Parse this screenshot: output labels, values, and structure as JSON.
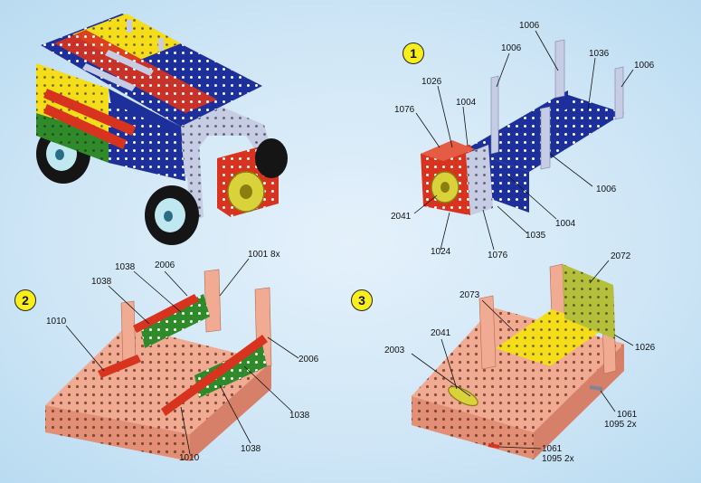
{
  "steps": [
    "1",
    "2",
    "3"
  ],
  "step1": {
    "labels": {
      "l1006a": "1006",
      "l1006b": "1006",
      "l1036": "1036",
      "l1006c": "1006",
      "l1026": "1026",
      "l1004a": "1004",
      "l1076a": "1076",
      "l1006d": "1006",
      "l2041": "2041",
      "l1004b": "1004",
      "l1035": "1035",
      "l1024": "1024",
      "l1076b": "1076"
    }
  },
  "step2": {
    "labels": {
      "l2006a": "2006",
      "l1001": "1001 8x",
      "l1038a": "1038",
      "l1038b": "1038",
      "l1010a": "1010",
      "l2006b": "2006",
      "l1038c": "1038",
      "l1038d": "1038",
      "l1010b": "1010"
    }
  },
  "step3": {
    "labels": {
      "l2072": "2072",
      "l2073": "2073",
      "l1026": "1026",
      "l2041": "2041",
      "l2003": "2003",
      "l1061a": "1061",
      "l1095a": "1095 2x",
      "l1061b": "1061",
      "l1095b": "1095 2x"
    }
  },
  "colors": {
    "blue": "#1c2f9a",
    "yellow": "#f6dd19",
    "red": "#d8331e",
    "green": "#2f8a2a",
    "steel": "#c5cce3",
    "copper": "#f0ab92",
    "olive": "#b4bf3a",
    "tire": "#151515",
    "hub": "#bfe8f0"
  }
}
